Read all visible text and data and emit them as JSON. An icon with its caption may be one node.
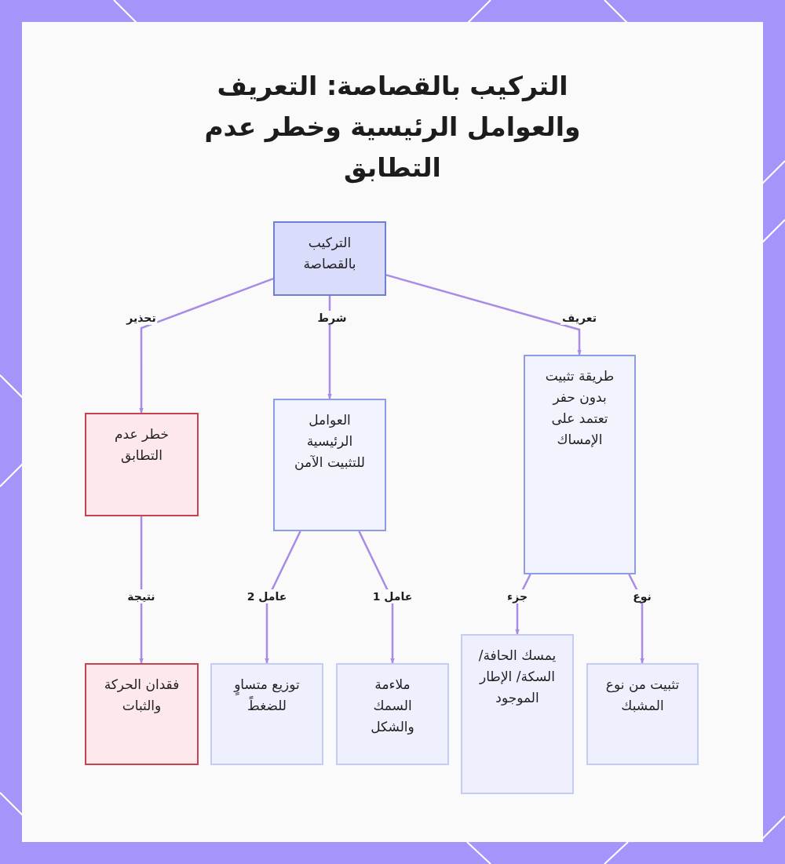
{
  "diagram": {
    "title": "التركيب بالقصاصة: التعريف والعوامل الرئيسية وخطر عدم التطابق",
    "nodes": [
      {
        "text": [
          "التركيب بالقصاصة"
        ]
      },
      {
        "text": [
          "طريقة تثبيت بدون حفر تعتمد على الإمساك"
        ]
      },
      {
        "text": [
          "العوامل الرئيسية للتثبيت الآمن"
        ]
      },
      {
        "text": [
          "خطر عدم التطابق"
        ]
      },
      {
        "text": [
          "تثبيت من نوع المشبك"
        ]
      },
      {
        "text": [
          "يمسك الحافة/ السكة/ الإطار الموجود"
        ]
      },
      {
        "text": [
          "ملاءمة السمك والشكل"
        ]
      },
      {
        "text": [
          "توزيع متساوٍ للضغطً"
        ]
      },
      {
        "text": [
          "فقدان الحركة والثبات"
        ]
      }
    ],
    "edges": [
      {
        "from": 0,
        "to": 1,
        "arrow": "to",
        "label": "تعريف"
      },
      {
        "from": 0,
        "to": 2,
        "arrow": "to",
        "label": "شرط"
      },
      {
        "from": 0,
        "to": 3,
        "arrow": "to",
        "label": "تحذير"
      },
      {
        "from": 1,
        "to": 4,
        "arrow": "to",
        "label": "نوع"
      },
      {
        "from": 1,
        "to": 5,
        "arrow": "to",
        "label": "جزء"
      },
      {
        "from": 2,
        "to": 6,
        "arrow": "to",
        "label": "عامل 1"
      },
      {
        "from": 2,
        "to": 7,
        "arrow": "to",
        "label": "عامل 2"
      },
      {
        "from": 3,
        "to": 8,
        "arrow": "to",
        "label": "نتيجة"
      }
    ]
  }
}
